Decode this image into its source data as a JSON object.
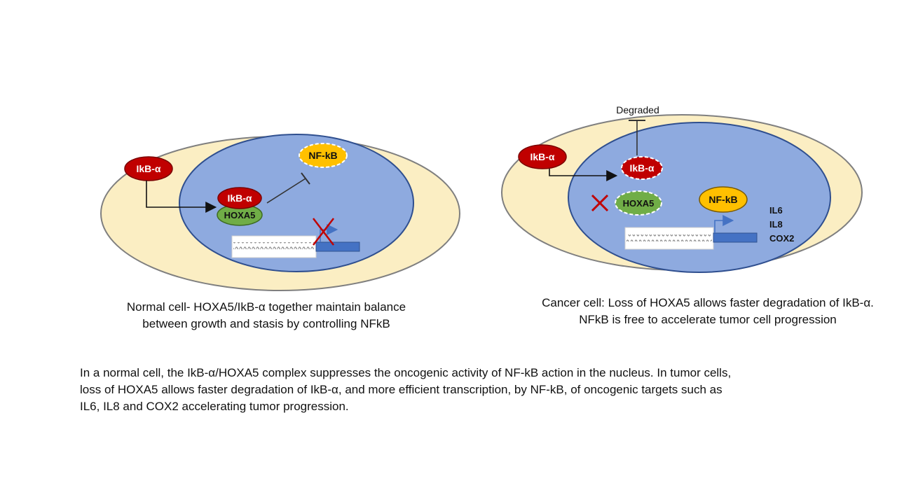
{
  "labels": {
    "ikb_alpha": "IkB-α",
    "nfkb": "NF-kB",
    "hoxa5": "HOXA5",
    "degraded": "Degraded",
    "targets": [
      "IL6",
      "IL8",
      "COX2"
    ]
  },
  "captions": {
    "normal": [
      "Normal cell- HOXA5/IkB-α together maintain balance",
      "between growth and stasis by controlling NFkB"
    ],
    "cancer": [
      "Cancer cell: Loss of HOXA5 allows faster degradation of IkB-α.",
      "NFkB is free to accelerate tumor cell progression"
    ]
  },
  "summary": [
    "In a normal cell, the IkB-α/HOXA5 complex suppresses the oncogenic activity of NF-kB action in the nucleus. In tumor cells,",
    "loss of HOXA5 allows faster degradation of IkB-α, and more efficient transcription, by NF-kB, of oncogenic targets such as",
    "IL6, IL8 and COX2 accelerating tumor progression."
  ],
  "colors": {
    "cytoplasm": "#fbeec3",
    "nucleus": "#8eaadf",
    "ikb": "#c00000",
    "nfkb": "#ffc000",
    "hoxa5": "#70ad47",
    "gene_bar": "#4472c4",
    "inhibit_x": "#c00000"
  }
}
